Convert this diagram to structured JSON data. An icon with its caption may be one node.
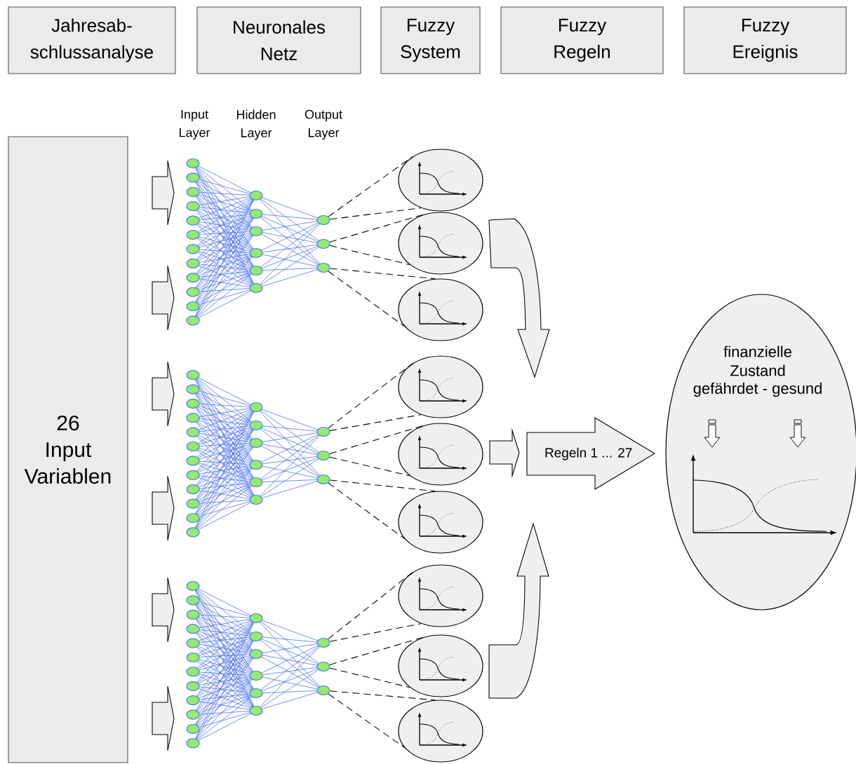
{
  "diagram": {
    "nodes": [
      {
        "text": [
          "Jahresab- schlussanalyse"
        ]
      },
      {
        "text": [
          "Neuronales Netz"
        ]
      },
      {
        "text": [
          "Fuzzy System"
        ]
      },
      {
        "text": [
          "Fuzzy Regeln"
        ]
      },
      {
        "text": [
          "Fuzzy Ereignis"
        ]
      },
      {
        "text": [
          "26 Input Variablen"
        ]
      },
      {
        "text": [],
        "shape": "circle"
      },
      {
        "text": [],
        "shape": "circle"
      },
      {
        "text": [],
        "shape": "circle"
      },
      {
        "text": [],
        "shape": "circle"
      },
      {
        "text": [],
        "shape": "circle"
      },
      {
        "text": [],
        "shape": "circle"
      },
      {
        "text": [],
        "shape": "circle"
      },
      {
        "text": [],
        "shape": "circle"
      },
      {
        "text": [],
        "shape": "circle"
      },
      {
        "text": [],
        "shape": "ellipse"
      },
      {
        "text": [],
        "shape": "ellipse"
      },
      {
        "text": [],
        "shape": "ellipse"
      },
      {
        "text": [],
        "shape": "ellipse"
      },
      {
        "text": [],
        "shape": "ellipse"
      },
      {
        "text": [],
        "shape": "ellipse"
      },
      {
        "text": [],
        "shape": "ellipse"
      },
      {
        "text": [],
        "shape": "ellipse"
      },
      {
        "text": [],
        "shape": "ellipse"
      },
      {
        "text": [
          "Regeln 1 ... 27"
        ]
      },
      {
        "text": [
          "finanzielle Zustand",
          "gefährdet - gesund"
        ]
      }
    ],
    "edges": [
      {
        "from": 5,
        "to": null,
        "arrow": "to"
      },
      {
        "from": 5,
        "to": null,
        "arrow": "to"
      },
      {
        "from": 5,
        "to": null,
        "arrow": "to"
      },
      {
        "from": 5,
        "to": null,
        "arrow": "to"
      },
      {
        "from": 5,
        "to": null,
        "arrow": "to"
      },
      {
        "from": 5,
        "to": null,
        "arrow": "to"
      },
      {
        "from": 6,
        "to": 15,
        "arrow": "none",
        "style": "dashed"
      },
      {
        "from": 6,
        "to": 15,
        "arrow": "none",
        "style": "dashed"
      },
      {
        "from": 7,
        "to": 16,
        "arrow": "none",
        "style": "dashed"
      },
      {
        "from": 7,
        "to": 16,
        "arrow": "none",
        "style": "dashed"
      },
      {
        "from": 8,
        "to": 17,
        "arrow": "none",
        "style": "dashed"
      },
      {
        "from": 8,
        "to": 17,
        "arrow": "none",
        "style": "dashed"
      },
      {
        "from": 9,
        "to": 18,
        "arrow": "none",
        "style": "dashed"
      },
      {
        "from": 9,
        "to": 18,
        "arrow": "none",
        "style": "dashed"
      },
      {
        "from": 10,
        "to": 19,
        "arrow": "none",
        "style": "dashed"
      },
      {
        "from": 10,
        "to": 19,
        "arrow": "none",
        "style": "dashed"
      },
      {
        "from": 11,
        "to": 20,
        "arrow": "none",
        "style": "dashed"
      },
      {
        "from": 11,
        "to": 20,
        "arrow": "none",
        "style": "dashed"
      },
      {
        "from": 12,
        "to": 21,
        "arrow": "none",
        "style": "dashed"
      },
      {
        "from": 12,
        "to": 21,
        "arrow": "none",
        "style": "dashed"
      },
      {
        "from": 13,
        "to": 22,
        "arrow": "none",
        "style": "dashed"
      },
      {
        "from": 13,
        "to": 22,
        "arrow": "none",
        "style": "dashed"
      },
      {
        "from": 14,
        "to": 23,
        "arrow": "none",
        "style": "dashed"
      },
      {
        "from": 14,
        "to": 23,
        "arrow": "none",
        "style": "dashed"
      },
      {
        "from": 16,
        "to": 24,
        "arrow": "to"
      },
      {
        "from": 19,
        "to": 24,
        "arrow": "to"
      },
      {
        "from": 22,
        "to": 24,
        "arrow": "to"
      }
    ],
    "labels": [
      "Input Layer",
      "Hidden Layer",
      "Output Layer"
    ]
  }
}
